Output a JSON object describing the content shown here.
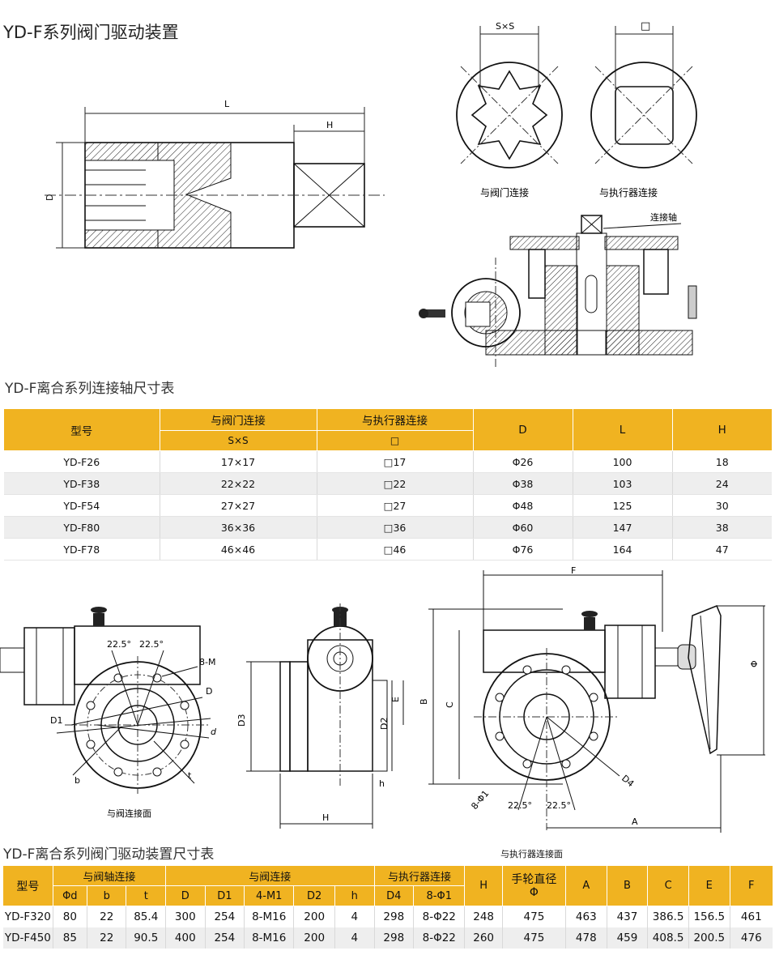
{
  "title": "YD-F系列阀门驱动装置",
  "drawing1": {
    "dim_L": "L",
    "dim_H": "H",
    "dim_D": "D",
    "dim_SxS": "S×S",
    "dim_square": "□",
    "cap_valve": "与阀门连接",
    "cap_actuator": "与执行器连接",
    "label_shaft": "连接轴"
  },
  "table1": {
    "title": "YD-F离合系列连接轴尺寸表",
    "headers": {
      "model": "型号",
      "valve": "与阀门连接",
      "actuator": "与执行器连接",
      "valve_sub": "S×S",
      "actuator_sub": "□",
      "D": "D",
      "L": "L",
      "H": "H"
    },
    "rows": [
      [
        "YD-F26",
        "17×17",
        "□17",
        "Φ26",
        "100",
        "18"
      ],
      [
        "YD-F38",
        "22×22",
        "□22",
        "Φ38",
        "103",
        "24"
      ],
      [
        "YD-F54",
        "27×27",
        "□27",
        "Φ48",
        "125",
        "30"
      ],
      [
        "YD-F80",
        "36×36",
        "□36",
        "Φ60",
        "147",
        "38"
      ],
      [
        "YD-F78",
        "46×46",
        "□46",
        "Φ76",
        "164",
        "47"
      ]
    ]
  },
  "drawing2": {
    "angle1": "22.5°",
    "angle2": "22.5°",
    "label_8M": "8-M",
    "label_D": "D",
    "label_D1": "D1",
    "label_d": "d",
    "label_b": "b",
    "label_t": "t",
    "cap_valve_face": "与阀连接面",
    "label_D3": "D3",
    "label_D2": "D2",
    "label_E": "E",
    "label_h": "h",
    "label_H": "H",
    "label_F": "F",
    "label_B": "B",
    "label_C": "C",
    "label_D4": "D4",
    "label_8phi1": "8-Φ1",
    "label_A": "A",
    "label_phi": "Φ",
    "cap_actuator_face": "与执行器连接面"
  },
  "table2": {
    "title": "YD-F离合系列阀门驱动装置尺寸表",
    "headers": {
      "model": "型号",
      "shaft": "与阀轴连接",
      "valve": "与阀连接",
      "actuator": "与执行器连接",
      "H": "H",
      "handwheel": "手轮直径Φ",
      "A": "A",
      "B": "B",
      "C": "C",
      "E": "E",
      "F": "F",
      "sub": [
        "Φd",
        "b",
        "t",
        "D",
        "D1",
        "4-M1",
        "D2",
        "h",
        "D4",
        "8-Φ1"
      ]
    },
    "rows": [
      [
        "YD-F320",
        "80",
        "22",
        "85.4",
        "300",
        "254",
        "8-M16",
        "200",
        "4",
        "298",
        "8-Φ22",
        "248",
        "475",
        "463",
        "437",
        "386.5",
        "156.5",
        "461"
      ],
      [
        "YD-F450",
        "85",
        "22",
        "90.5",
        "400",
        "254",
        "8-M16",
        "200",
        "4",
        "298",
        "8-Φ22",
        "260",
        "475",
        "478",
        "459",
        "408.5",
        "200.5",
        "476"
      ]
    ]
  }
}
